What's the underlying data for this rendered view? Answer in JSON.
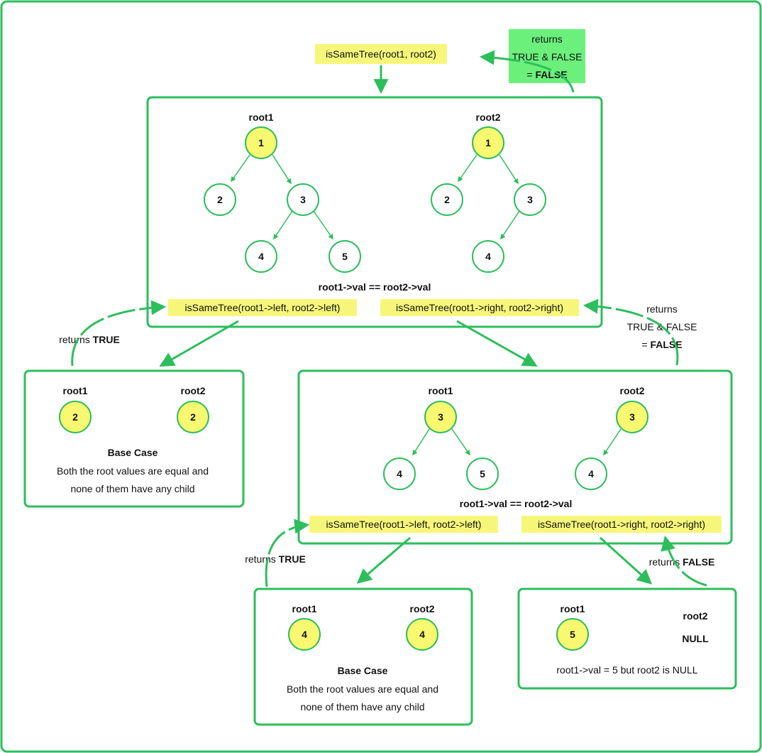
{
  "colors": {
    "green": "#2dbe5c",
    "yellow_fill": "#f9f871",
    "highlight": "#f6f77a",
    "badge": "#6bf07c"
  },
  "top_call": "isSameTree(root1, root2)",
  "top_return": {
    "line1": "returns",
    "line2": "TRUE & FALSE",
    "prefix": "= ",
    "bold": "FALSE"
  },
  "main_box": {
    "root1_label": "root1",
    "root2_label": "root2",
    "tree1": {
      "root": "1",
      "left": "2",
      "right": "3",
      "right_left": "4",
      "right_right": "5"
    },
    "tree2": {
      "root": "1",
      "left": "2",
      "right": "3",
      "right_left": "4"
    },
    "condition": "root1->val == root2->val",
    "call_left": "isSameTree(root1->left, root2->left)",
    "call_right": "isSameTree(root1->right, root2->right)"
  },
  "left_return": {
    "prefix": "returns ",
    "bold": "TRUE"
  },
  "right_return": {
    "line1": "returns",
    "line2": "TRUE & FALSE",
    "prefix": "= ",
    "bold": "FALSE"
  },
  "left_box": {
    "root1_label": "root1",
    "root2_label": "root2",
    "root1_val": "2",
    "root2_val": "2",
    "title": "Base Case",
    "line1": "Both the root values are equal and",
    "line2": "none of them have any child"
  },
  "right_box": {
    "root1_label": "root1",
    "root2_label": "root2",
    "tree1": {
      "root": "3",
      "left": "4",
      "right": "5"
    },
    "tree2": {
      "root": "3",
      "left": "4"
    },
    "condition": "root1->val == root2->val",
    "call_left": "isSameTree(root1->left, root2->left)",
    "call_right": "isSameTree(root1->right, root2->right)"
  },
  "bl_return": {
    "prefix": "returns ",
    "bold": "TRUE"
  },
  "br_return": {
    "prefix": "returns ",
    "bold": "FALSE"
  },
  "bottom_left_box": {
    "root1_label": "root1",
    "root2_label": "root2",
    "root1_val": "4",
    "root2_val": "4",
    "title": "Base Case",
    "line1": "Both the root values are equal and",
    "line2": "none of them have any child"
  },
  "bottom_right_box": {
    "root1_label": "root1",
    "root2_label": "root2",
    "root1_val": "5",
    "root2_val": "NULL",
    "note": "root1->val = 5 but root2 is NULL"
  }
}
